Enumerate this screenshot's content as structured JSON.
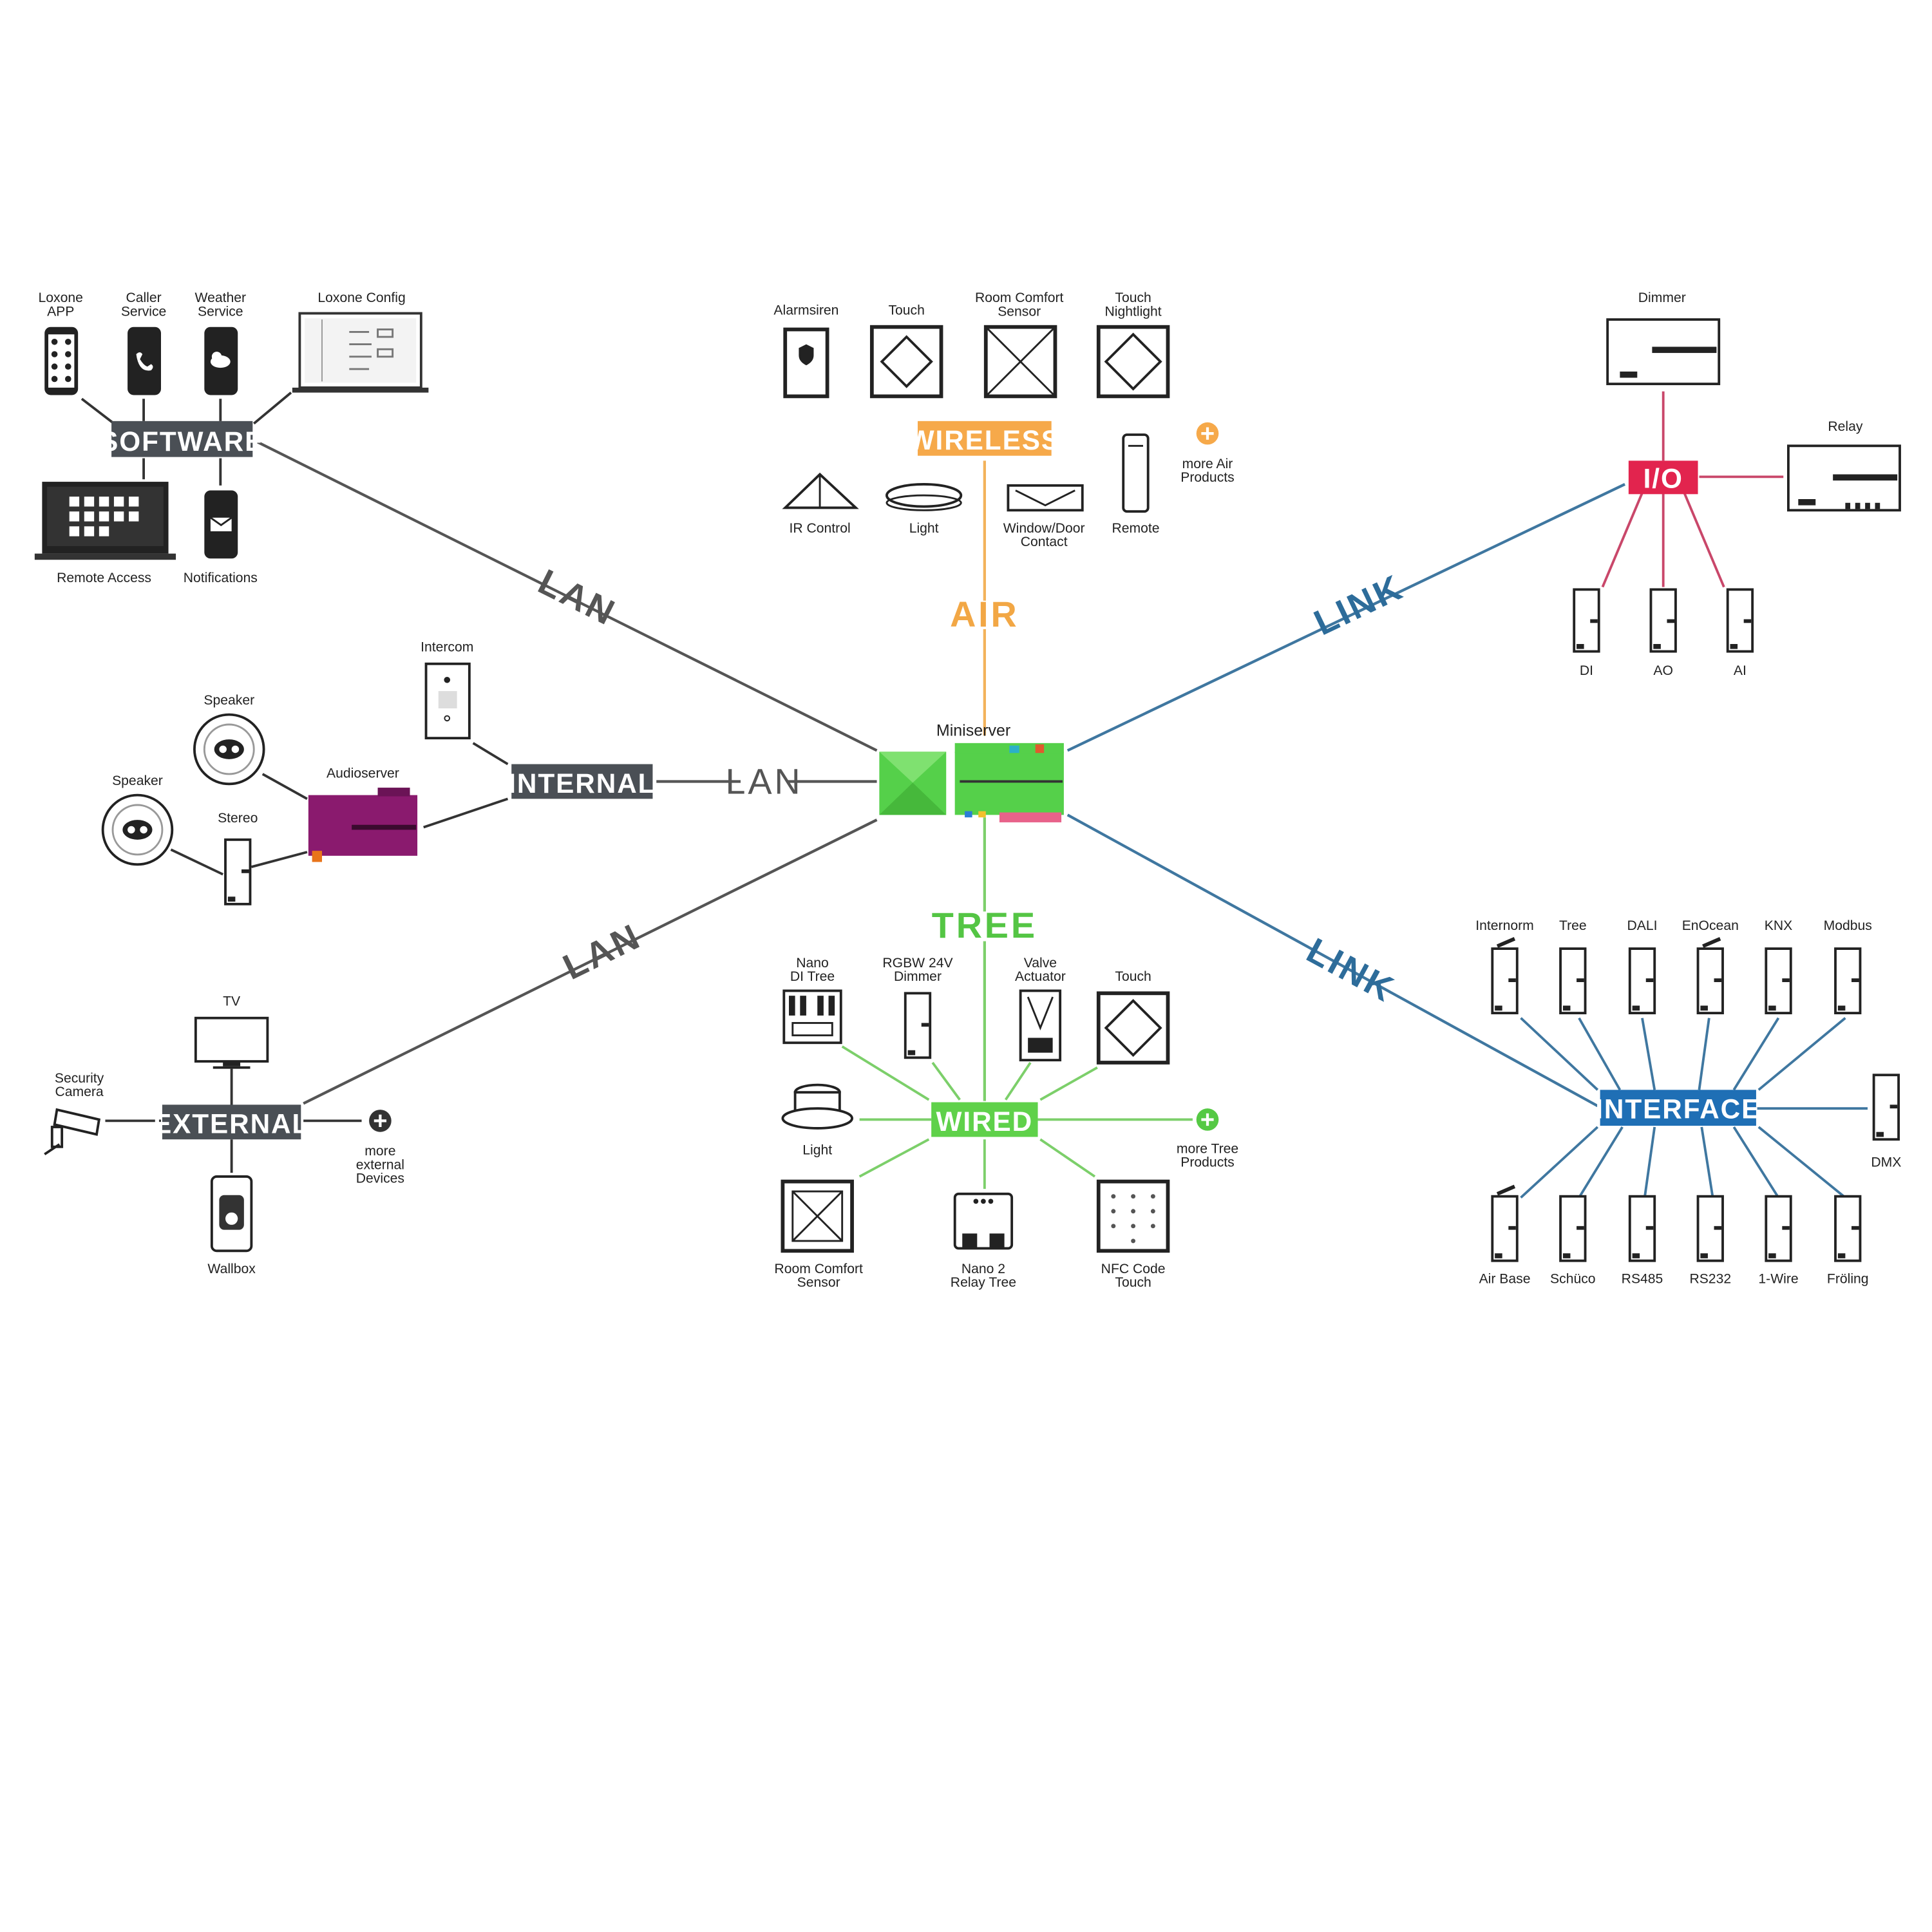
{
  "colors": {
    "software": "#4a4f55",
    "internal": "#4a4f55",
    "external": "#4a4f55",
    "wireless": "#f6a94a",
    "io": "#e2244e",
    "wired": "#5fd14a",
    "interface": "#1f6fb5",
    "lan_line": "#555555",
    "air_line": "#f3b25a",
    "tree_line": "#7ccf6a",
    "io_line": "#c9476a",
    "link_line": "#3f77a0",
    "link_text": "#2d6c9a",
    "tree_text": "#54c544",
    "air_text": "#f2a745",
    "plus_green": "#55c944",
    "plus_orange": "#f6a94a",
    "audioserver": "#8a1a6e"
  },
  "hubs": {
    "software": "SOFTWARE",
    "internal": "INTERNAL",
    "external": "EXTERNAL",
    "wireless": "WIRELESS",
    "io": "I/O",
    "wired": "WIRED",
    "interface": "INTERFACE"
  },
  "connections": {
    "lan_software": "LAN",
    "lan_internal": "LAN",
    "lan_external": "LAN",
    "air": "AIR",
    "tree": "TREE",
    "link_io": "LINK",
    "link_interface": "LINK"
  },
  "miniserver": {
    "label": "Miniserver"
  },
  "software_devices": {
    "loxone_app": [
      "Loxone",
      "APP"
    ],
    "caller_service": [
      "Caller",
      "Service"
    ],
    "weather_service": [
      "Weather",
      "Service"
    ],
    "loxone_config": [
      "Loxone Config"
    ],
    "remote_access": [
      "Remote Access"
    ],
    "notifications": [
      "Notifications"
    ]
  },
  "wireless_devices": {
    "alarmsiren": [
      "Alarmsiren"
    ],
    "touch": [
      "Touch"
    ],
    "room_comfort_sensor": [
      "Room Comfort",
      "Sensor"
    ],
    "touch_nightlight": [
      "Touch",
      "Nightlight"
    ],
    "ir_control": [
      "IR Control"
    ],
    "light": [
      "Light"
    ],
    "window_door_contact": [
      "Window/Door",
      "Contact"
    ],
    "remote": [
      "Remote"
    ],
    "more_air": [
      "more Air",
      "Products"
    ]
  },
  "io_devices": {
    "dimmer": [
      "Dimmer"
    ],
    "relay": [
      "Relay"
    ],
    "di": [
      "DI"
    ],
    "ao": [
      "AO"
    ],
    "ai": [
      "AI"
    ]
  },
  "internal_devices": {
    "intercom": [
      "Intercom"
    ],
    "speaker_top": [
      "Speaker"
    ],
    "speaker_left": [
      "Speaker"
    ],
    "audioserver": [
      "Audioserver"
    ],
    "stereo": [
      "Stereo"
    ]
  },
  "external_devices": {
    "tv": [
      "TV"
    ],
    "security_camera": [
      "Security",
      "Camera"
    ],
    "wallbox": [
      "Wallbox"
    ],
    "more_external": [
      "more",
      "external",
      "Devices"
    ]
  },
  "wired_devices": {
    "nano_di_tree": [
      "Nano",
      "DI Tree"
    ],
    "rgbw_dimmer": [
      "RGBW 24V",
      "Dimmer"
    ],
    "valve_actuator": [
      "Valve",
      "Actuator"
    ],
    "touch": [
      "Touch"
    ],
    "light": [
      "Light"
    ],
    "more_tree": [
      "more Tree",
      "Products"
    ],
    "room_comfort_sensor": [
      "Room Comfort",
      "Sensor"
    ],
    "nano2_relay_tree": [
      "Nano 2",
      "Relay Tree"
    ],
    "nfc_code_touch": [
      "NFC Code",
      "Touch"
    ]
  },
  "interface_devices": {
    "top": [
      "Internorm",
      "Tree",
      "DALI",
      "EnOcean",
      "KNX",
      "Modbus"
    ],
    "right": [
      "DMX"
    ],
    "bottom": [
      "Air Base",
      "Schüco",
      "RS485",
      "RS232",
      "1-Wire",
      "Fröling"
    ]
  }
}
